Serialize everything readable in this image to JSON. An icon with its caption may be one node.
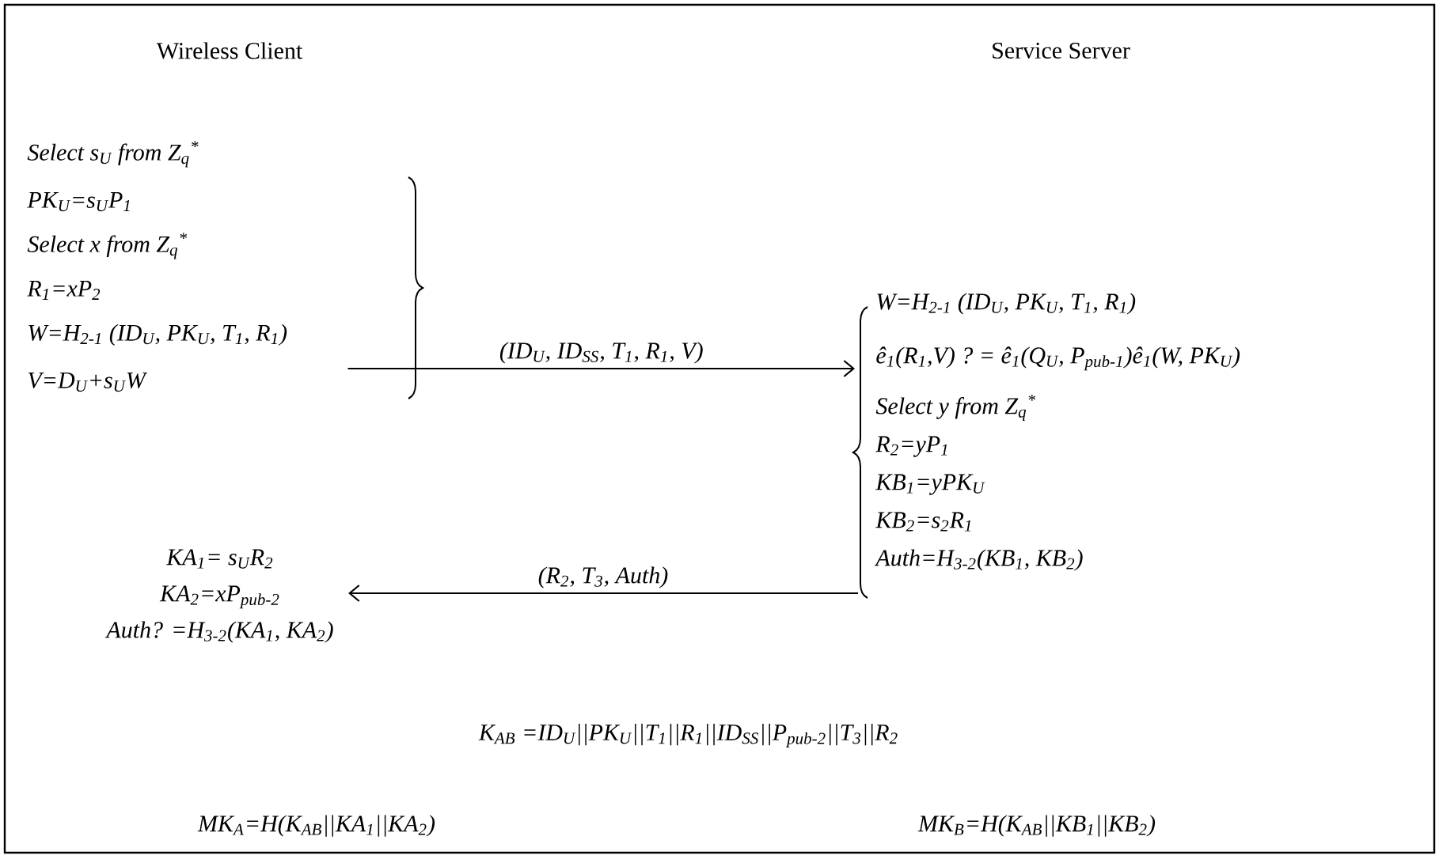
{
  "diagram": {
    "nodes": [
      {
        "text": [
          "Select s$_{U}$ from Z$_{q}$$^{*}$",
          "PK$_{U}$=s$_{U}$P$_{1}$",
          "Select x from Z$_{q}$$^{*}$",
          "R$_{1}$=xP$_{2}$",
          "W=H$_{2-1}$ (ID$_{U}$, PK$_{U}$, T$_{1}$, R$_{1}$)",
          "V=D$_{U}$+s$_{U}$W"
        ]
      },
      {
        "text": [
          "W=H$_{2-1}$ (ID$_{U}$, PK$_{U}$, T$_{1}$, R$_{1}$)",
          "ê$_{1}$(R$_{1}$,V) ? = ê$_{1}$(Q$_{U}$, P$_{pub-1}$)ê$_{1}$(W, PK$_{U}$)",
          "Select y from Z$_{q}$$^{*}$",
          "R$_{2}$=yP$_{1}$",
          "KB$_{1}$=yPK$_{U}$",
          "KB$_{2}$=s$_{2}$R$_{1}$",
          "Auth=H$_{3-2}$(KB$_{1}$, KB$_{2}$)"
        ]
      },
      {
        "text": [
          "KA$_{1}$= s$_{U}$R$_{2}$",
          "KA$_{2}$=xP$_{pub-2}$",
          "Auth? =H$_{3-2}$(KA$_{1}$, KA$_{2}$)"
        ]
      }
    ],
    "edges": [
      {
        "from": 0,
        "to": 1,
        "arrow": "to",
        "label": "(ID$_{U}$, ID$_{SS}$, T$_{1}$, R$_{1}$, V)"
      },
      {
        "from": 1,
        "to": 2,
        "arrow": "to",
        "label": "(R$_{2}$, T$_{3}$, Auth)"
      }
    ],
    "labels": [
      "Wireless Client",
      "Service Server",
      "K$_{AB}$ =ID$_{U}$||PK$_{U}$||T$_{1}$||R$_{1}$||ID$_{SS}$||P$_{pub-2}$||T$_{3}$||R$_{2}$",
      "MK$_{A}$=H(K$_{AB}$||KA$_{1}$||KA$_{2}$)",
      "MK$_{B}$=H(K$_{AB}$||KB$_{1}$||KB$_{2}$)"
    ]
  }
}
